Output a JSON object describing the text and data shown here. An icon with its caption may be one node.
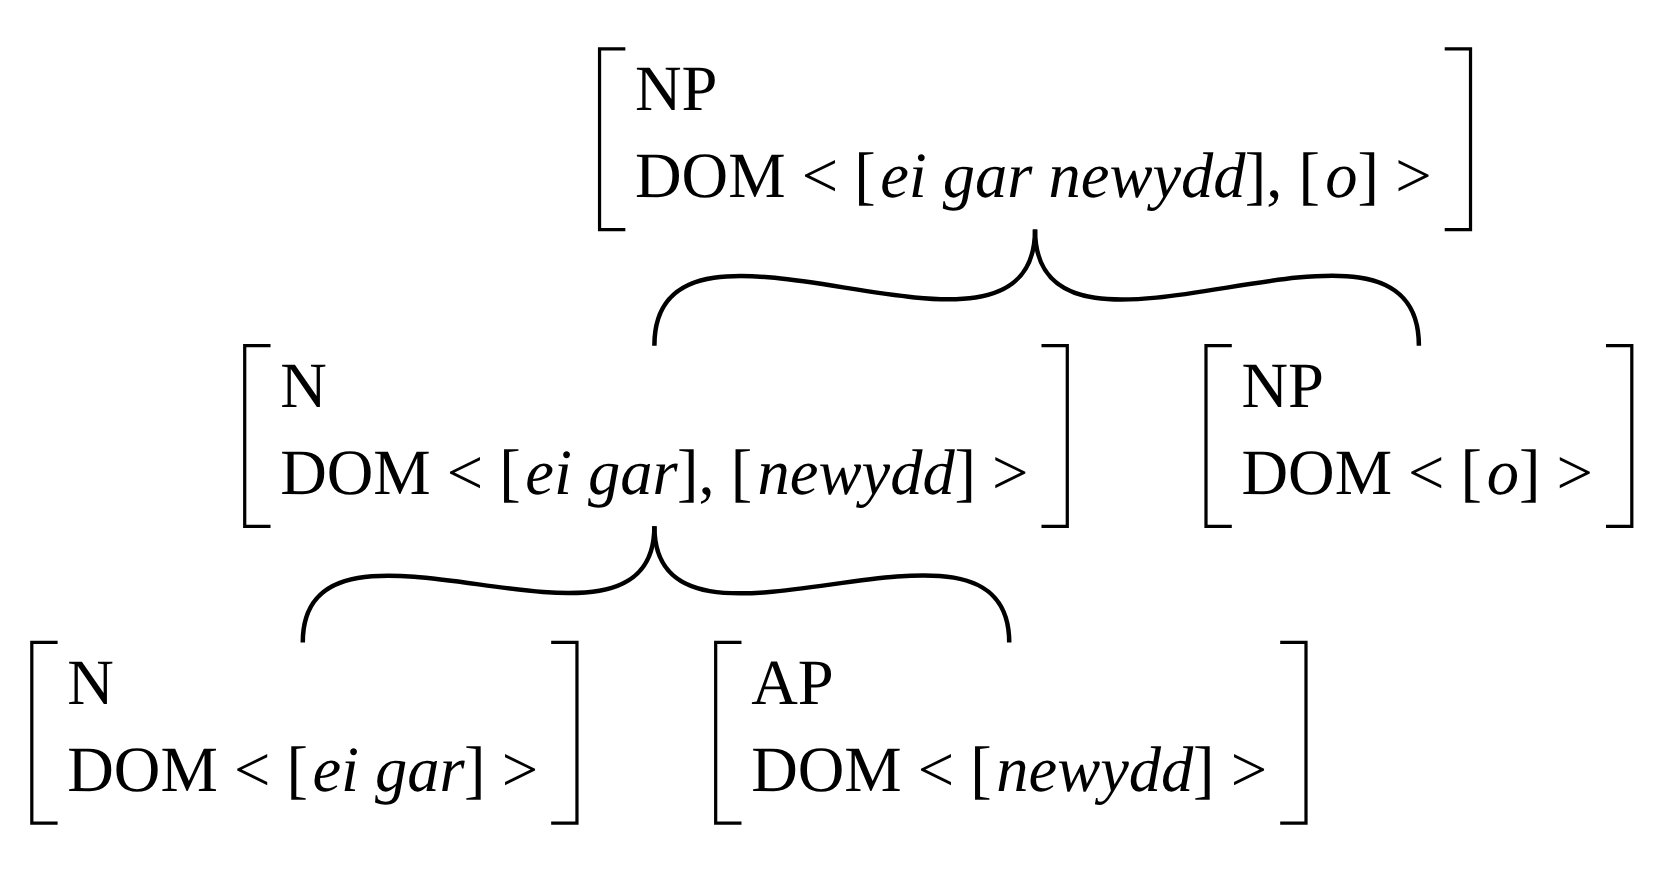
{
  "diagram": {
    "nodes": [
      {
        "text": [
          "NP",
          "DOM < [*ei gar newydd*], [*o*] >"
        ]
      },
      {
        "text": [
          "N",
          "DOM < [*ei gar*], [*newydd*] >"
        ]
      },
      {
        "text": [
          "NP",
          "DOM < [*o*] >"
        ]
      },
      {
        "text": [
          "N",
          "DOM < [*ei gar*] >"
        ]
      },
      {
        "text": [
          "AP",
          "DOM < [*newydd*] >"
        ]
      }
    ],
    "edges": [
      {
        "from": 0,
        "to": 1,
        "arrow": "none"
      },
      {
        "from": 0,
        "to": 2,
        "arrow": "none"
      },
      {
        "from": 1,
        "to": 3,
        "arrow": "none"
      },
      {
        "from": 1,
        "to": 4,
        "arrow": "none"
      }
    ]
  }
}
